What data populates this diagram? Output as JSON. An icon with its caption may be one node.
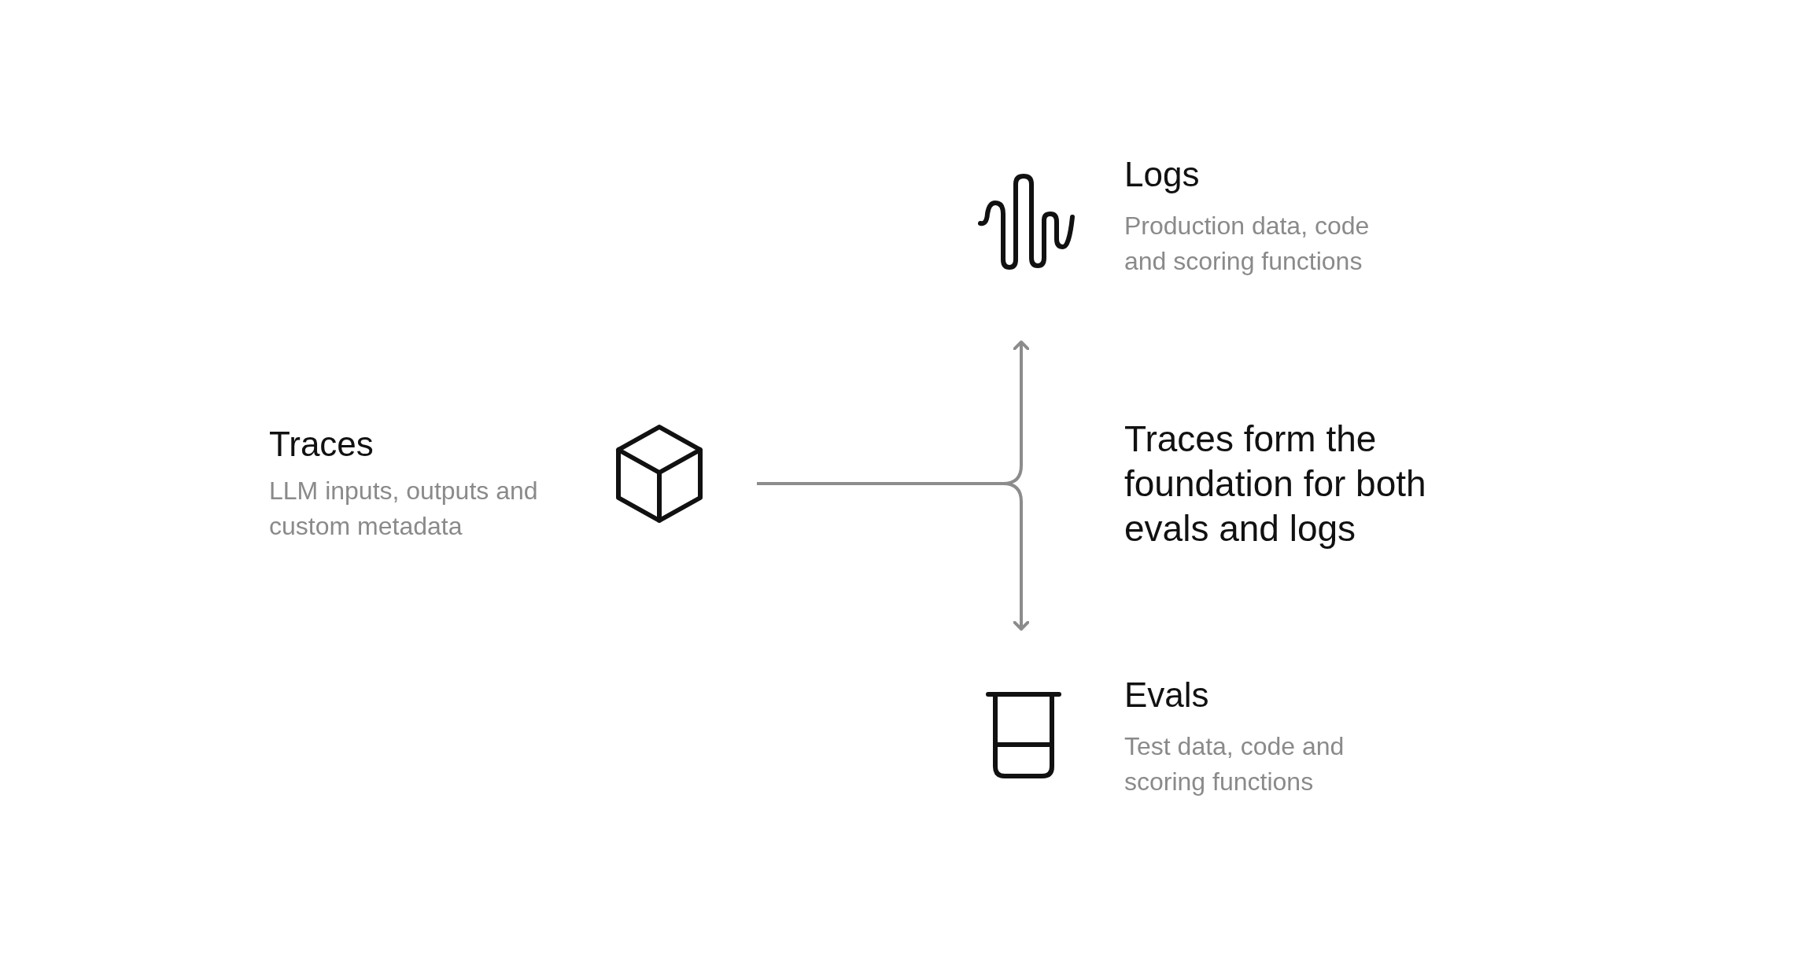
{
  "diagram": {
    "nodes": [
      {
        "text": [
          "Traces",
          "LLM inputs, outputs and custom metadata"
        ]
      },
      {
        "text": [
          "Logs",
          "Production data, code and scoring functions"
        ]
      },
      {
        "text": [
          "Evals",
          "Test data, code and scoring functions"
        ]
      }
    ],
    "edges": [
      {
        "from": 0,
        "to": 1,
        "arrow": "to"
      },
      {
        "from": 0,
        "to": 2,
        "arrow": "to"
      }
    ],
    "labels": [
      "Traces form the foundation for both evals and logs"
    ]
  }
}
